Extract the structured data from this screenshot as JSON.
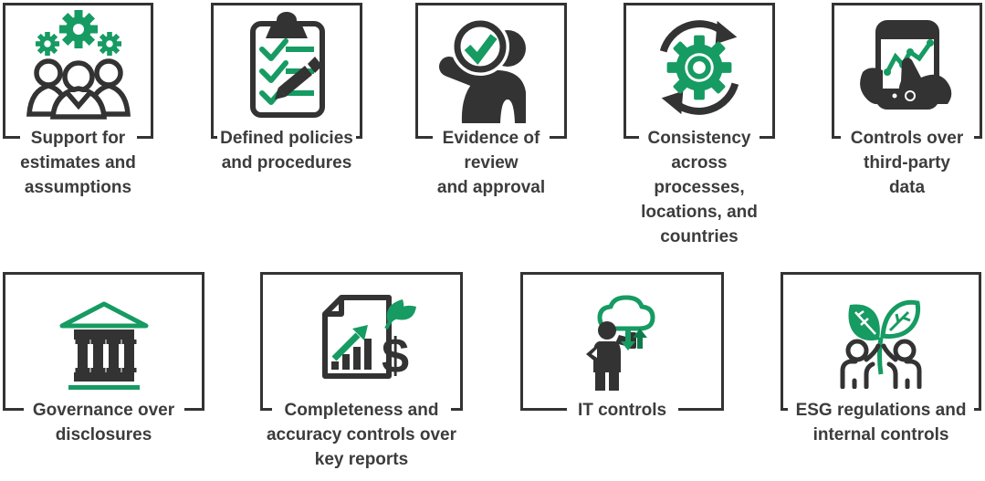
{
  "title": "ESG reporting controls infographic",
  "colors": {
    "green": "#169B62",
    "dark_green": "#0D7C4D",
    "icon_dark": "#333333",
    "frame": "#333333",
    "text": "#3C3C3C",
    "background": "#FFFFFF"
  },
  "rows": [
    {
      "items": [
        {
          "icon": "people-gears-icon",
          "label_lines": [
            "Support for",
            "estimates and",
            "assumptions"
          ]
        },
        {
          "icon": "clipboard-checklist-icon",
          "label_lines": [
            "Defined policies",
            "and procedures"
          ]
        },
        {
          "icon": "magnifier-check-icon",
          "label_lines": [
            "Evidence of",
            "review",
            "and approval"
          ]
        },
        {
          "icon": "gear-sync-arrows-icon",
          "label_lines": [
            "Consistency",
            "across",
            "processes,",
            "locations, and",
            "countries"
          ]
        },
        {
          "icon": "tablet-chart-hands-icon",
          "label_lines": [
            "Controls over",
            "third-party",
            "data"
          ]
        }
      ]
    },
    {
      "items": [
        {
          "icon": "bank-building-icon",
          "label_lines": [
            "Governance over",
            "disclosures"
          ]
        },
        {
          "icon": "report-growth-dollar-icon",
          "label_lines": [
            "Completeness and",
            "accuracy controls over",
            "key reports"
          ]
        },
        {
          "icon": "person-cloud-icon",
          "label_lines": [
            "IT controls"
          ]
        },
        {
          "icon": "esg-plant-people-icon",
          "label_lines": [
            "ESG regulations and",
            "internal controls"
          ]
        }
      ]
    }
  ]
}
